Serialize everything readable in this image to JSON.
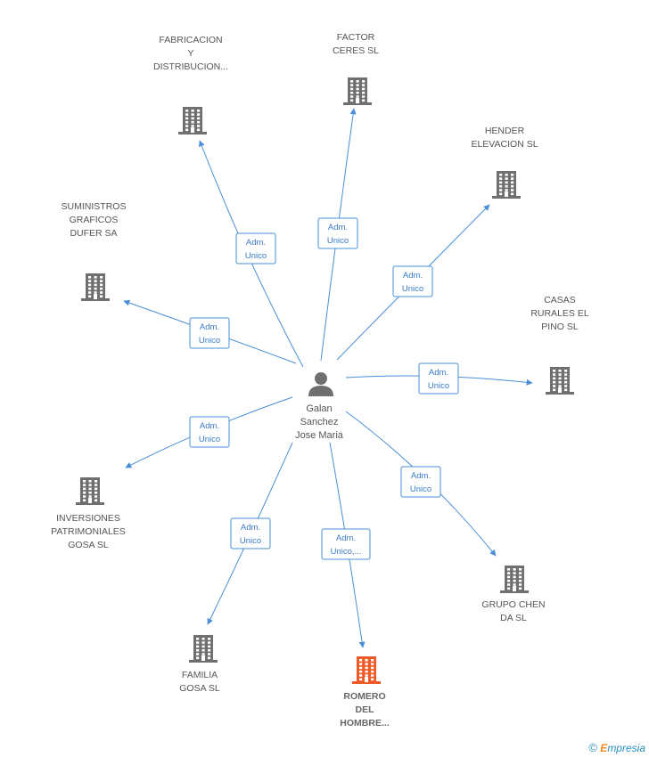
{
  "center": {
    "name_lines": [
      "Galan",
      "Sanchez",
      "Jose Maria"
    ],
    "icon": "person-icon"
  },
  "companies": [
    {
      "id": "fabricacion",
      "lines": [
        "FABRICACION",
        "Y",
        "DISTRIBUCION..."
      ],
      "role": [
        "Adm.",
        "Unico"
      ],
      "highlight": false
    },
    {
      "id": "factor-ceres",
      "lines": [
        "FACTOR",
        "CERES SL"
      ],
      "role": [
        "Adm.",
        "Unico"
      ],
      "highlight": false
    },
    {
      "id": "hender",
      "lines": [
        "HENDER",
        "ELEVACION SL"
      ],
      "role": [
        "Adm.",
        "Unico"
      ],
      "highlight": false
    },
    {
      "id": "suministros",
      "lines": [
        "SUMINISTROS",
        "GRAFICOS",
        "DUFER SA"
      ],
      "role": [
        "Adm.",
        "Unico"
      ],
      "highlight": false
    },
    {
      "id": "casas-rurales",
      "lines": [
        "CASAS",
        "RURALES EL",
        "PINO SL"
      ],
      "role": [
        "Adm.",
        "Unico"
      ],
      "highlight": false
    },
    {
      "id": "inversiones",
      "lines": [
        "INVERSIONES",
        "PATRIMONIALES",
        "GOSA SL"
      ],
      "role": [
        "Adm.",
        "Unico"
      ],
      "highlight": false
    },
    {
      "id": "grupo-chen",
      "lines": [
        "GRUPO CHEN",
        "DA SL"
      ],
      "role": [
        "Adm.",
        "Unico"
      ],
      "highlight": false
    },
    {
      "id": "familia-gosa",
      "lines": [
        "FAMILIA",
        "GOSA SL"
      ],
      "role": [
        "Adm.",
        "Unico"
      ],
      "highlight": false
    },
    {
      "id": "romero",
      "lines": [
        "ROMERO",
        "DEL",
        "HOMBRE..."
      ],
      "role": [
        "Adm.",
        "Unico,..."
      ],
      "highlight": true
    }
  ],
  "colors": {
    "edge": "#4a8fd8",
    "building": "#6f6f6f",
    "building_highlight": "#f05a28",
    "person": "#6f6f6f"
  },
  "footer": {
    "copyright": "©",
    "brand_initial": "E",
    "brand_rest": "mpresia"
  }
}
